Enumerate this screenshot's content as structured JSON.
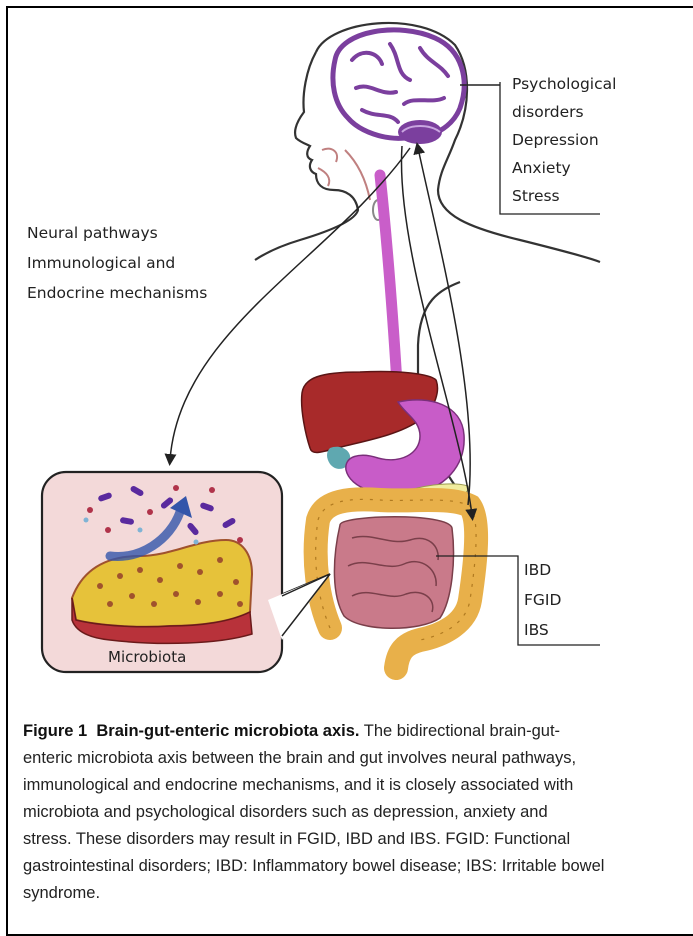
{
  "labels": {
    "psychological": [
      "Psychological",
      "disorders",
      "Depression",
      "Anxiety",
      "Stress"
    ],
    "pathways": [
      "Neural pathways",
      "Immunological and",
      "Endocrine mechanisms"
    ],
    "gut_disorders": [
      "IBD",
      "FGID",
      "IBS"
    ],
    "microbiota": "Microbiota"
  },
  "caption": {
    "figure_number": "Figure 1",
    "figure_title": "Brain-gut-enteric microbiota axis.",
    "lines": [
      " The bidirectional brain-gut-",
      "enteric microbiota axis between the brain and gut involves neural pathways,",
      "immunological and endocrine mechanisms, and it is closely associated with",
      "microbiota and psychological disorders such as depression, anxiety and",
      "stress. These disorders may result in FGID, IBD and IBS. FGID: Functional",
      "gastrointestinal disorders; IBD: Inflammatory bowel disease; IBS: Irritable bowel",
      "syndrome."
    ]
  },
  "colors": {
    "brain": "#7b3f9e",
    "esophagus": "#c95ec9",
    "liver": "#a82a2a",
    "stomach": "#c85cc8",
    "colon": "#e8b04a",
    "small_intestine": "#c97a8a",
    "gallbladder": "#5fa8b0",
    "microbiota_box": "#f3d9d9"
  }
}
